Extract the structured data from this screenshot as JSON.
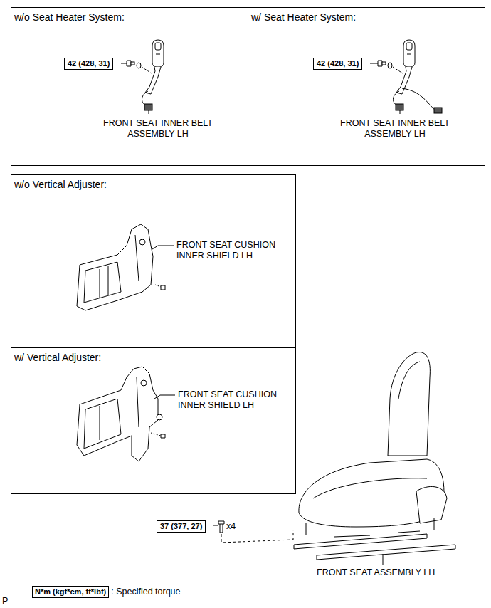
{
  "diagram": {
    "nodes": [
      {
        "text": [
          "w/o Seat Heater System:"
        ]
      },
      {
        "text": [
          "42 (428, 31)"
        ],
        "in": 0
      },
      {
        "text": [
          "w/ Seat Heater System:"
        ]
      },
      {
        "text": [
          "42 (428, 31)"
        ],
        "in": 2
      },
      {
        "text": [
          "w/o Vertical Adjuster:"
        ]
      },
      {
        "text": [
          "w/ Vertical Adjuster:"
        ]
      },
      {
        "text": [
          "37 (377, 27)"
        ]
      },
      {
        "text": [
          "N*m (kgf*cm, ft*lbf)",
          ": Specified torque"
        ]
      }
    ],
    "labels": [
      "FRONT SEAT INNER BELT ASSEMBLY LH",
      "FRONT SEAT INNER BELT ASSEMBLY LH",
      "FRONT SEAT CUSHION INNER SHIELD LH",
      "FRONT SEAT CUSHION INNER SHIELD LH",
      "x4",
      "FRONT SEAT ASSEMBLY LH",
      "P"
    ]
  }
}
